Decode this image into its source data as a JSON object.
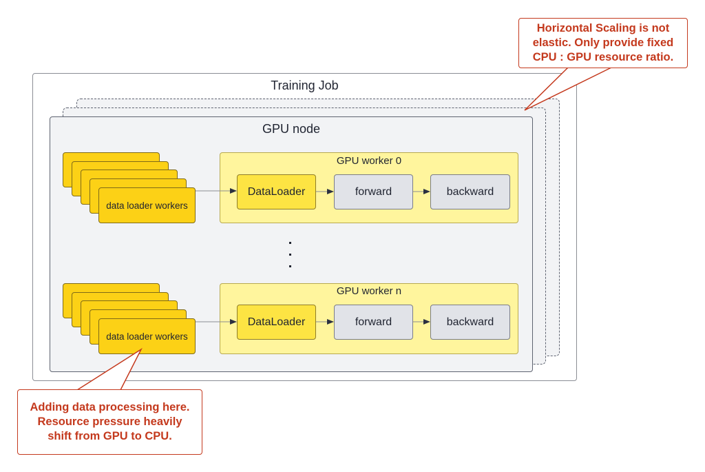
{
  "training_job": {
    "title": "Training Job"
  },
  "gpu_node": {
    "title": "GPU node"
  },
  "workers": [
    {
      "title": "GPU worker 0",
      "loader_stack_label": "data loader workers",
      "dataloader_label": "DataLoader",
      "forward_label": "forward",
      "backward_label": "backward"
    },
    {
      "title": "GPU worker n",
      "loader_stack_label": "data loader workers",
      "dataloader_label": "DataLoader",
      "forward_label": "forward",
      "backward_label": "backward"
    }
  ],
  "ellipsis": "...",
  "callouts": {
    "top_right": {
      "lines": [
        "Horizontal Scaling is not",
        "elastic. Only provide fixed",
        "CPU : GPU resource ratio."
      ]
    },
    "bottom_left": {
      "lines": [
        "Adding data processing here.",
        "Resource pressure heavily",
        "shift from GPU to CPU."
      ]
    }
  },
  "colors": {
    "callout": "#c4391d",
    "loader_card": "#fcd116",
    "worker_bg": "#fff59d",
    "dataloader": "#fde443",
    "step": "#e1e3e8",
    "node_bg": "#f2f3f5"
  }
}
